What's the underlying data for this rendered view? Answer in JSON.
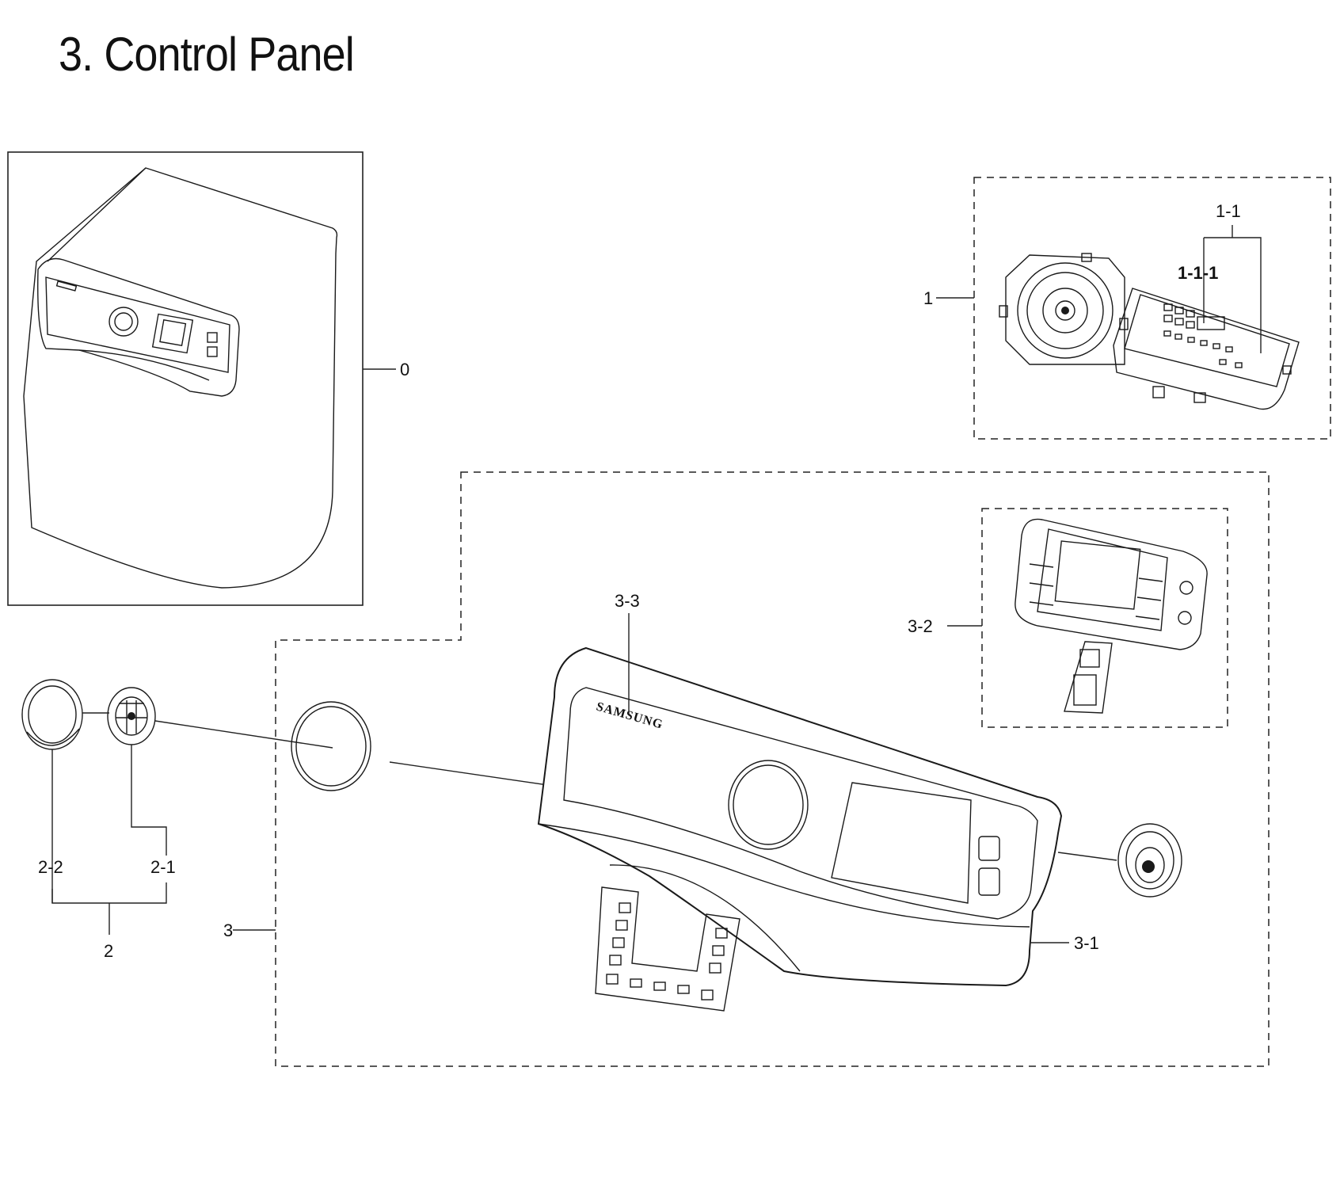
{
  "page": {
    "title": "3. Control Panel"
  },
  "callouts": {
    "c0": "0",
    "c1": "1",
    "c1_1": "1-1",
    "c1_1_1": "1-1-1",
    "c2": "2",
    "c2_1": "2-1",
    "c2_2": "2-2",
    "c3": "3",
    "c3_1": "3-1",
    "c3_2": "3-2",
    "c3_3": "3-3"
  },
  "parts": {
    "brand_mark": "SAMSUNG"
  },
  "colors": {
    "ink": "#1a1a1a",
    "background": "#ffffff"
  }
}
